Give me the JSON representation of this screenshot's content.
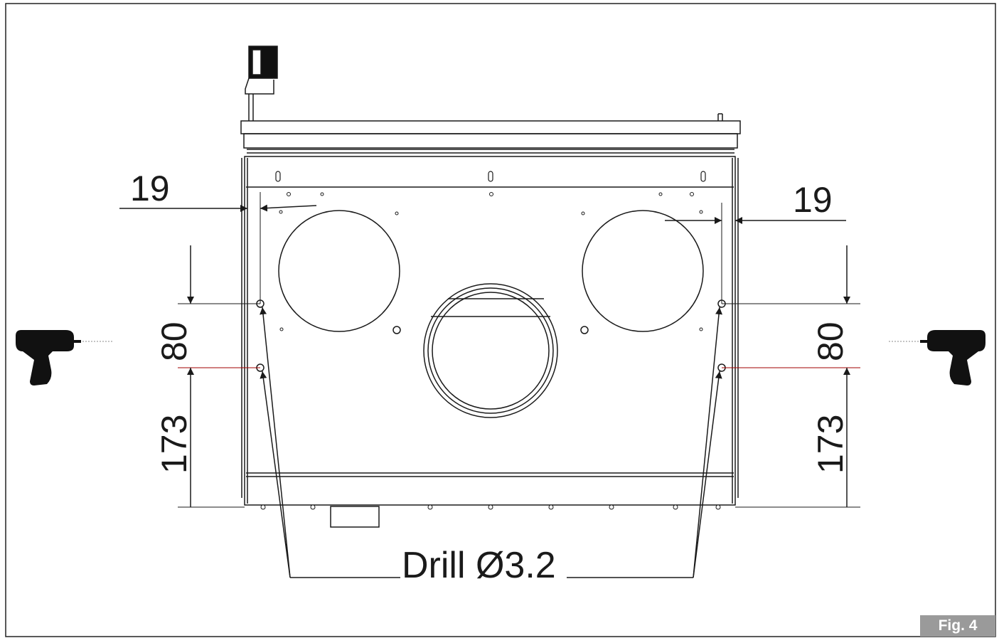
{
  "figure": {
    "label": "Fig. 4"
  },
  "dimensions": {
    "left_edge_offset": "19",
    "right_edge_offset": "19",
    "left_hole_spacing": "80",
    "left_bottom_offset": "173",
    "right_hole_spacing": "80",
    "right_bottom_offset": "173"
  },
  "callout": {
    "drill_text": "Drill Ø3.2"
  },
  "icons": {
    "left_tool": "drill-icon",
    "right_tool": "drill-icon"
  },
  "colors": {
    "line": "#1a1a1a",
    "accent_line": "#a00000",
    "fig_badge": "#9a9a9a"
  }
}
